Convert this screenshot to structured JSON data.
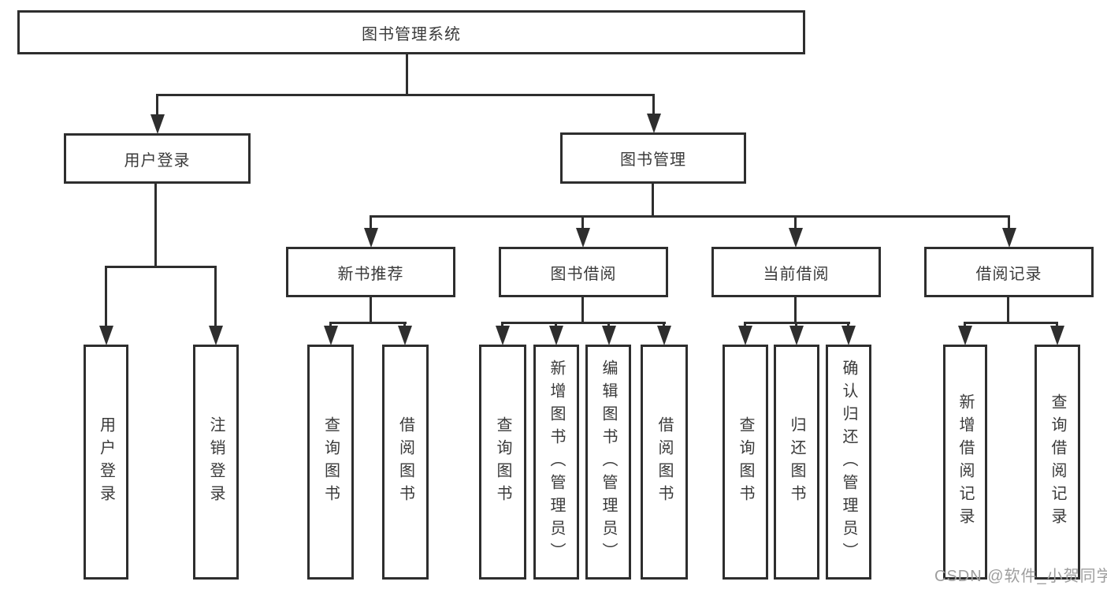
{
  "tree": {
    "root": {
      "label": "图书管理系统"
    },
    "branches": [
      {
        "label": "用户登录",
        "children": [
          "用户登录",
          "注销登录"
        ]
      },
      {
        "label": "图书管理",
        "sections": [
          {
            "label": "新书推荐",
            "children": [
              "查询图书",
              "借阅图书"
            ]
          },
          {
            "label": "图书借阅",
            "children": [
              "查询图书",
              "新增图书（管理员）",
              "编辑图书（管理员）",
              "借阅图书"
            ]
          },
          {
            "label": "当前借阅",
            "children": [
              "查询图书",
              "归还图书",
              "确认归还（管理员）"
            ]
          },
          {
            "label": "借阅记录",
            "children": [
              "新增借阅记录",
              "查询借阅记录"
            ]
          }
        ]
      }
    ]
  },
  "watermark": "CSDN @软件_小贺同学",
  "colors": {
    "line": "#2e2e2e",
    "text": "#3a3a3a",
    "box_background": "#ffffff",
    "watermark": "#9e9e9e",
    "background": "#ffffff"
  }
}
